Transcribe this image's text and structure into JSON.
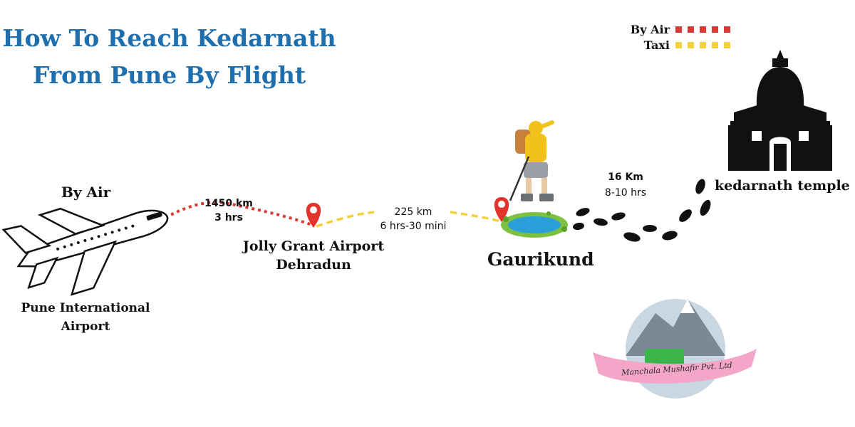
{
  "title": {
    "line1": "How To Reach Kedarnath",
    "line2": "From Pune By Flight"
  },
  "legend": {
    "air_label": "By Air",
    "taxi_label": "Taxi",
    "air_color": "#d93a33",
    "taxi_color": "#f2d13a"
  },
  "start": {
    "mode_label": "By Air",
    "name_line1": "Pune International",
    "name_line2": "Airport"
  },
  "leg1": {
    "distance": "1450 km",
    "duration": "3 hrs"
  },
  "stop1": {
    "name_line1": "Jolly Grant Airport",
    "name_line2": "Dehradun"
  },
  "leg2": {
    "distance": "225 km",
    "duration": "6 hrs-30 mini"
  },
  "stop2": {
    "name": "Gaurikund"
  },
  "leg3": {
    "distance": "16 Km",
    "duration": "8-10 hrs"
  },
  "destination": {
    "name": "kedarnath temple"
  },
  "brand": {
    "name": "Manchala Mushafir Pvt. Ltd"
  },
  "colors": {
    "title_blue": "#1f6fae",
    "pin_red": "#e0332c",
    "lake": "#2b9fd9",
    "grass": "#7cc142"
  }
}
